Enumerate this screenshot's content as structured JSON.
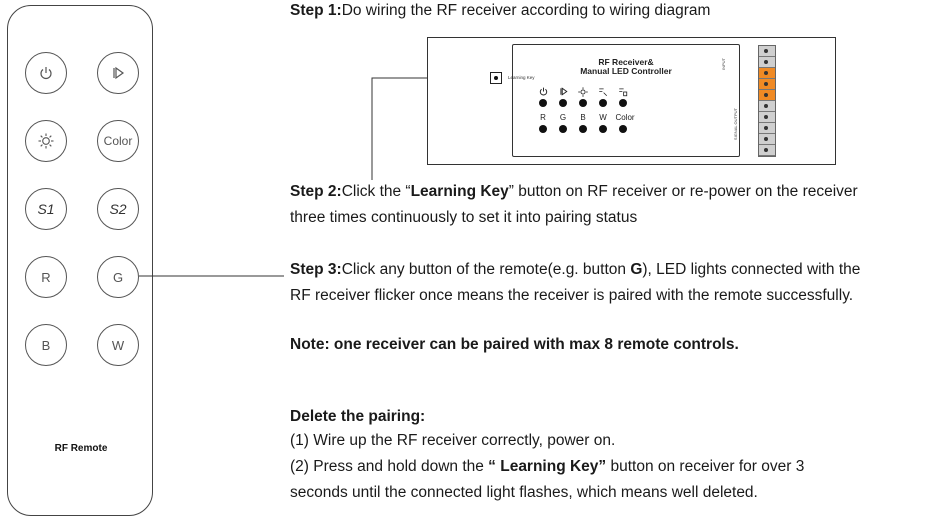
{
  "remote": {
    "label": "RF Remote",
    "buttons": {
      "color": "Color",
      "s1": "S1",
      "s2": "S2",
      "r": "R",
      "g": "G",
      "b": "B",
      "w": "W"
    },
    "icons": [
      "power-icon",
      "play-icon",
      "brightness-icon"
    ]
  },
  "receiver": {
    "title_line1": "RF Receiver&",
    "title_line2": "Manual LED Controller",
    "learning_key": "Learning Key",
    "labels": [
      "R",
      "G",
      "B",
      "W",
      "Color"
    ],
    "input_label": "INPUT",
    "output_label": "SIGNAL OUTPUT"
  },
  "steps": {
    "step1_label": "Step 1:",
    "step1_text": "Do wiring the RF receiver according to wiring diagram",
    "step2_label": "Step 2:",
    "step2_text_a": "Click the “",
    "step2_bold": "Learning Key",
    "step2_text_b": "” button on RF receiver or re-power on the receiver",
    "step2_line2": "three times continuously to set it into pairing status",
    "step3_label": "Step 3:",
    "step3_text_a": "Click any button of the remote(e.g. button ",
    "step3_bold": "G",
    "step3_text_b": "), LED lights connected with the",
    "step3_line2": "RF receiver flicker once means the receiver is paired with the remote successfully.",
    "note": "Note: one receiver can be paired with max 8 remote controls."
  },
  "delete": {
    "heading": "Delete the pairing:",
    "item1": "(1) Wire up the RF receiver correctly, power on.",
    "item2_a": "(2) Press and hold down the ",
    "item2_bold": "“ Learning Key”",
    "item2_b": " button on receiver for over 3",
    "item2_line2": "seconds until the connected light flashes, which means well deleted."
  },
  "colors": {
    "terminal_orange": "#f08a24",
    "terminal_gray": "#cfcfcf",
    "line": "#333333"
  }
}
